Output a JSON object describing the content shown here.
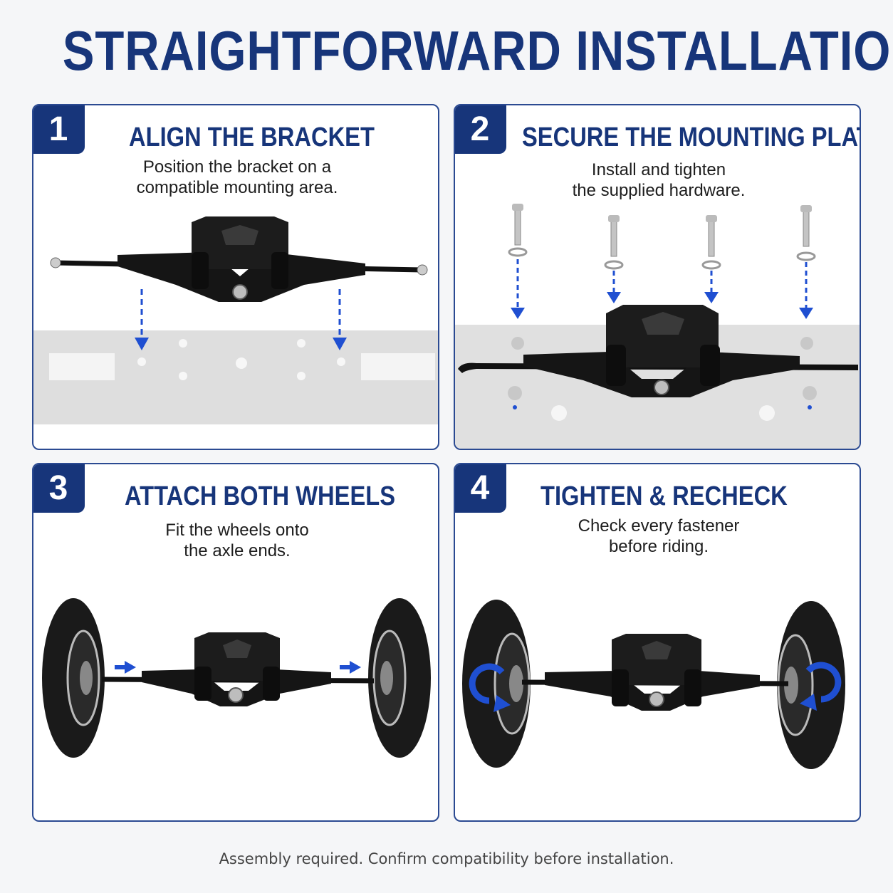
{
  "header": {
    "title": "STRAIGHTFORWARD INSTALLATION"
  },
  "steps": [
    {
      "number": "1",
      "title": "ALIGN THE BRACKET",
      "description": [
        "Position the bracket on a",
        "compatible mounting area."
      ]
    },
    {
      "number": "2",
      "title": "SECURE THE MOUNTING PLATE",
      "description": [
        "Install and tighten",
        "the supplied hardware."
      ]
    },
    {
      "number": "3",
      "title": "ATTACH BOTH WHEELS",
      "description": [
        "Fit the wheels onto",
        "the axle ends."
      ]
    },
    {
      "number": "4",
      "title": "TIGHTEN & RECHECK",
      "description": [
        "Check every fastener",
        "before riding."
      ]
    }
  ],
  "footer": {
    "note": "Assembly required. Confirm compatibility before installation."
  },
  "colors": {
    "brand": "#17357a",
    "arrow": "#1f4fd1",
    "truck": "#111111",
    "plate": "#dcdcdc"
  },
  "icons": [
    "truck-illustration",
    "mounting-plate",
    "bolt-icon",
    "washer-icon",
    "down-arrow-icon",
    "right-arrow-icon",
    "wheel-icon",
    "rotate-arrow-icon"
  ]
}
